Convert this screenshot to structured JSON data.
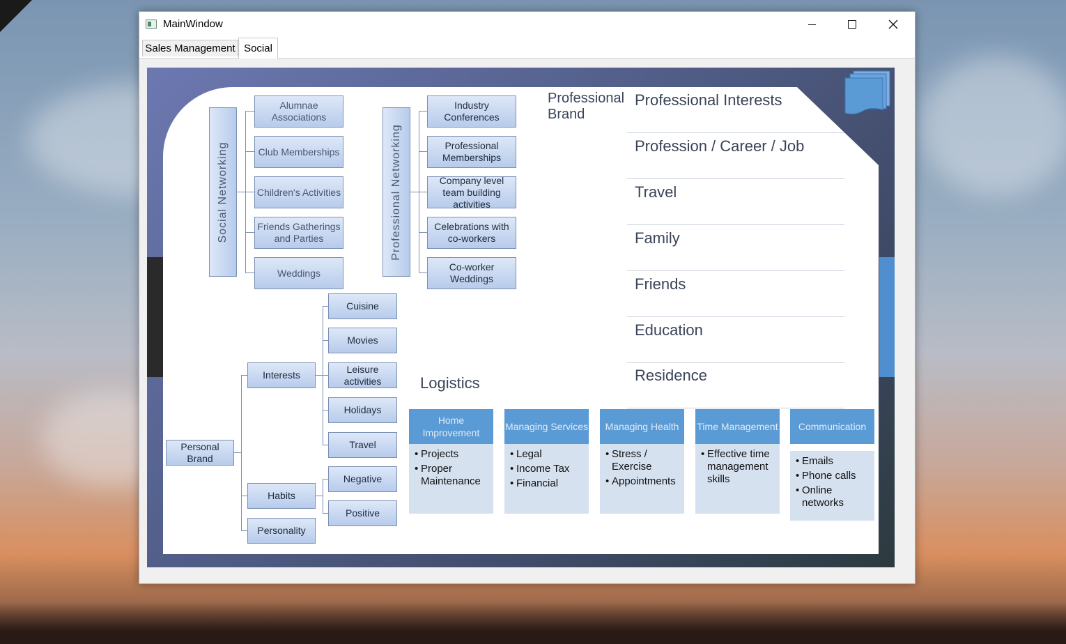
{
  "window": {
    "title": "MainWindow"
  },
  "tabs": [
    {
      "label": "Sales Management",
      "active": false
    },
    {
      "label": "Social",
      "active": true
    }
  ],
  "social_networking": {
    "label": "Social   Networking",
    "items": [
      "Alumnae Associations",
      "Club Memberships",
      "Children's Activities",
      "Friends Gatherings and Parties",
      "Weddings"
    ]
  },
  "professional_networking": {
    "label": "Professional   Networking",
    "items": [
      "Industry Conferences",
      "Professional Memberships",
      "Company level team building activities",
      "Celebrations with co-workers",
      "Co-worker Weddings"
    ]
  },
  "personal_brand": {
    "root": "Personal Brand",
    "interests": {
      "label": "Interests",
      "items": [
        "Cuisine",
        "Movies",
        "Leisure activities",
        "Holidays",
        "Travel"
      ]
    },
    "habits": {
      "label": "Habits",
      "items": [
        "Negative",
        "Positive"
      ]
    },
    "personality": "Personality"
  },
  "professional_brand": {
    "heading": "Professional Brand",
    "interests": [
      "Professional Interests",
      "Profession / Career / Job",
      "Travel",
      "Family",
      "Friends",
      "Education",
      "Residence"
    ]
  },
  "logistics": {
    "heading": "Logistics",
    "columns": [
      {
        "title": "Home Improvement",
        "items": [
          "Projects",
          "Proper Maintenance"
        ]
      },
      {
        "title": "Managing Services",
        "items": [
          "Legal",
          "Income Tax",
          "Financial"
        ]
      },
      {
        "title": "Managing Health",
        "items": [
          "Stress / Exercise",
          "Appointments"
        ]
      },
      {
        "title": "Time Management",
        "items": [
          "Effective time management skills"
        ]
      },
      {
        "title": "Communication",
        "items": [
          "Emails",
          "Phone calls",
          "Online networks"
        ]
      }
    ]
  },
  "colors": {
    "accent": "#5b9bd5",
    "box_fill": "#b7cbeb",
    "canvas": "#56628f"
  }
}
